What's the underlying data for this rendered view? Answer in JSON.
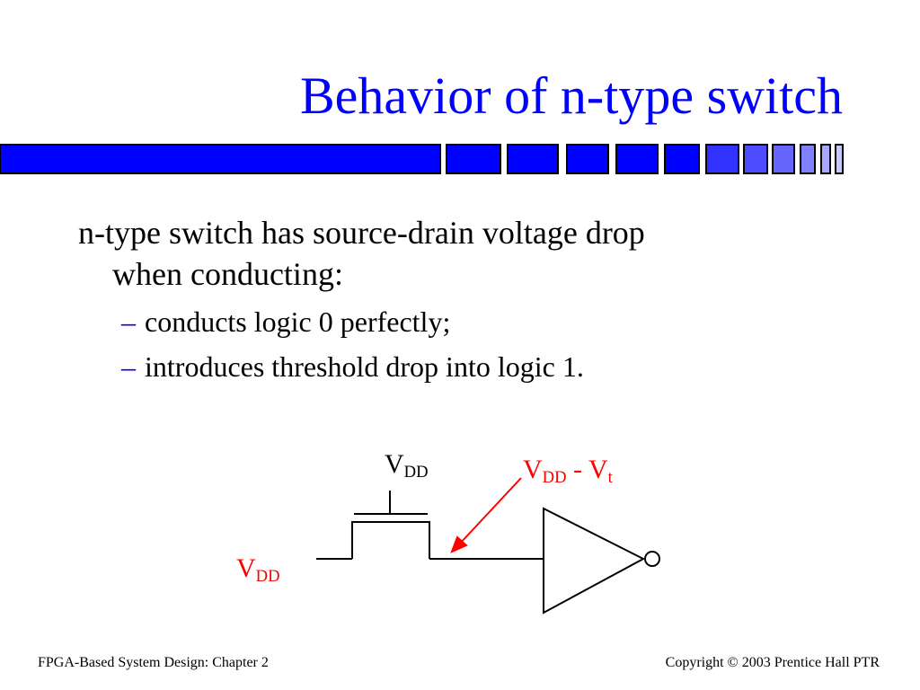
{
  "slide": {
    "title": "Behavior of n-type switch",
    "bullet_main_line1": "n-type switch has source-drain voltage drop",
    "bullet_main_line2": "when conducting:",
    "sub_bullets": [
      "conducts logic 0 perfectly;",
      "introduces threshold drop into logic 1."
    ],
    "dash_glyph": "–"
  },
  "diagram": {
    "gate_label_main": "V",
    "gate_label_sub": "DD",
    "input_label_main": "V",
    "input_label_sub": "DD",
    "output_label_main": "V",
    "output_label_sub": "DD",
    "output_label_mid": " - V",
    "output_label_sub2": "t",
    "wire_color": "#000000",
    "annotation_color": "#ff0000"
  },
  "footer": {
    "left": "FPGA-Based System Design: Chapter 2",
    "right": "Copyright © 2003 Prentice Hall PTR"
  },
  "theme": {
    "title_color": "#0000ff",
    "bar_color": "#0000ff"
  }
}
